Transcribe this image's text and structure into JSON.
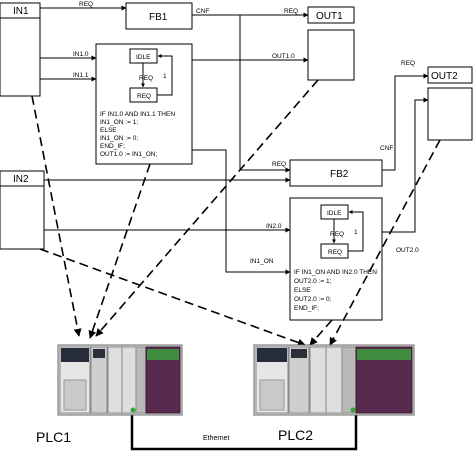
{
  "blocks": {
    "in1": {
      "title": "IN1"
    },
    "in2": {
      "title": "IN2"
    },
    "fb1": {
      "title": "FB1"
    },
    "fb2": {
      "title": "FB2"
    },
    "out1": {
      "title": "OUT1"
    },
    "out2": {
      "title": "OUT2"
    }
  },
  "fb1": {
    "state_idle": "IDLE",
    "state_req": "REQ",
    "transition_label": "REQ",
    "transition_count": "1",
    "code": [
      "IF IN1.0 AND IN1.1 THEN",
      "   IN1_ON := 1;",
      "ELSE",
      "   IN1_ON := 0;",
      "END_IF;",
      "OUT1.0 := IN1_ON;"
    ]
  },
  "fb2": {
    "state_idle": "IDLE",
    "state_req": "REQ",
    "transition_label": "REQ",
    "transition_count": "1",
    "code": [
      "IF IN1_ON AND IN2.0 THEN",
      "   OUT2.0 := 1;",
      "ELSE",
      "   OUT2.0 := 0;",
      "END_IF;"
    ]
  },
  "signals": {
    "req_in1": "REQ",
    "cnf_fb1": "CNF",
    "req_out1": "REQ",
    "in1_0": "IN1.0",
    "in1_1": "IN1.1",
    "out1_0": "OUT1.0",
    "req_out2": "REQ",
    "cnf_fb2": "CNF",
    "req_fb2": "REQ",
    "in2_0": "IN2.0",
    "out2_0": "OUT2.0",
    "in1_on": "IN1_ON"
  },
  "plcs": {
    "plc1": "PLC1",
    "plc2": "PLC2",
    "network": "Ethernet"
  }
}
